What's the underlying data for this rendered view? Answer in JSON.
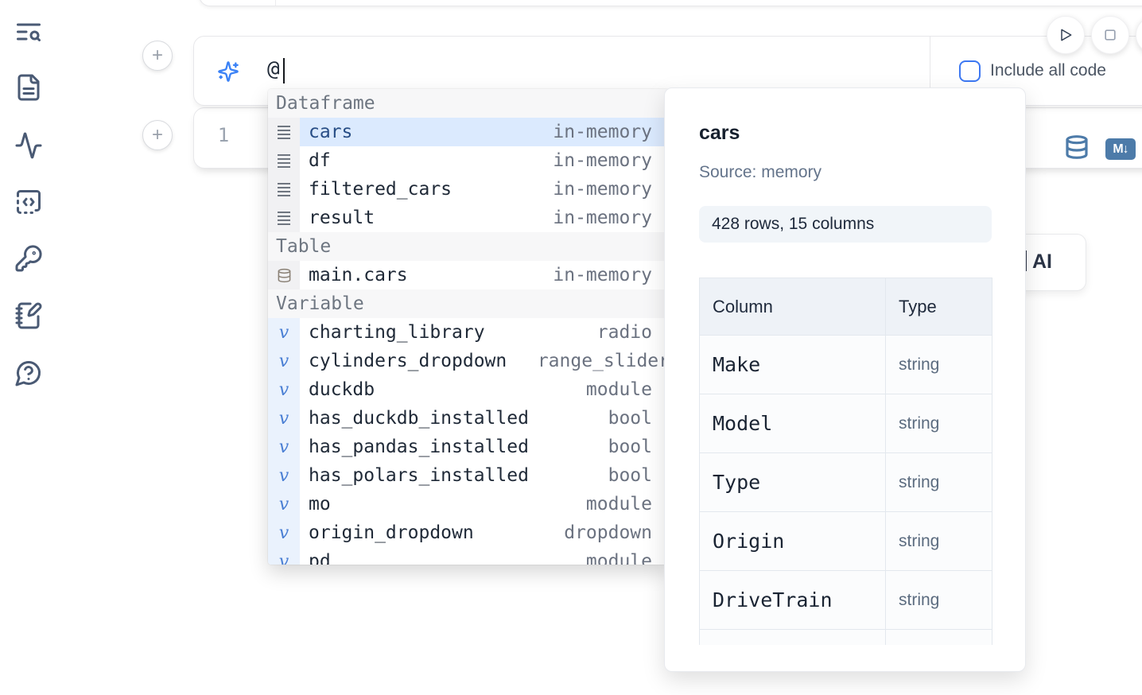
{
  "sidebar": {
    "icons": [
      {
        "name": "text-search-icon"
      },
      {
        "name": "file-text-icon"
      },
      {
        "name": "activity-icon"
      },
      {
        "name": "code-square-icon"
      },
      {
        "name": "key-icon"
      },
      {
        "name": "notebook-pen-icon"
      },
      {
        "name": "help-chat-icon"
      }
    ]
  },
  "prompt": {
    "value": "@",
    "include_all_code_label": "Include all code",
    "add_cell_glyph": "+"
  },
  "run_controls": {
    "play_icon": "play",
    "stop_icon": "stop"
  },
  "cell": {
    "line_number": "1",
    "toolbar": [
      {
        "name": "database-icon"
      },
      {
        "name": "markdown-icon",
        "glyph": "M↓"
      }
    ]
  },
  "ai_button": {
    "label": "AI"
  },
  "dropdown": {
    "sections": [
      {
        "label": "Dataframe",
        "items": [
          {
            "name": "cars",
            "type": "in-memory",
            "icon": "rows",
            "selected": true
          },
          {
            "name": "df",
            "type": "in-memory",
            "icon": "rows"
          },
          {
            "name": "filtered_cars",
            "type": "in-memory",
            "icon": "rows"
          },
          {
            "name": "result",
            "type": "in-memory",
            "icon": "rows"
          }
        ]
      },
      {
        "label": "Table",
        "items": [
          {
            "name": "main.cars",
            "type": "in-memory",
            "icon": "database"
          }
        ]
      },
      {
        "label": "Variable",
        "items": [
          {
            "name": "charting_library",
            "type": "radio",
            "icon": "variable"
          },
          {
            "name": "cylinders_dropdown",
            "type": "range_slider",
            "icon": "variable"
          },
          {
            "name": "duckdb",
            "type": "module",
            "icon": "variable"
          },
          {
            "name": "has_duckdb_installed",
            "type": "bool",
            "icon": "variable"
          },
          {
            "name": "has_pandas_installed",
            "type": "bool",
            "icon": "variable"
          },
          {
            "name": "has_polars_installed",
            "type": "bool",
            "icon": "variable"
          },
          {
            "name": "mo",
            "type": "module",
            "icon": "variable"
          },
          {
            "name": "origin_dropdown",
            "type": "dropdown",
            "icon": "variable"
          },
          {
            "name": "pd",
            "type": "module",
            "icon": "variable"
          }
        ]
      }
    ]
  },
  "preview": {
    "title": "cars",
    "source": "Source: memory",
    "badge": "428 rows, 15 columns",
    "table": {
      "headers": [
        "Column",
        "Type"
      ],
      "rows": [
        [
          "Make",
          "string"
        ],
        [
          "Model",
          "string"
        ],
        [
          "Type",
          "string"
        ],
        [
          "Origin",
          "string"
        ],
        [
          "DriveTrain",
          "string"
        ]
      ]
    }
  },
  "colors": {
    "accent_blue": "#3b82f6",
    "steel_blue": "#4d7ba9",
    "selected_row_bg": "#dbeafe",
    "selected_row_text": "#274d85",
    "muted_text": "#6b7280",
    "badge_bg": "#f1f5f9",
    "table_header_bg": "#eef2f7",
    "sidebar_icon": "#4a5a74"
  }
}
